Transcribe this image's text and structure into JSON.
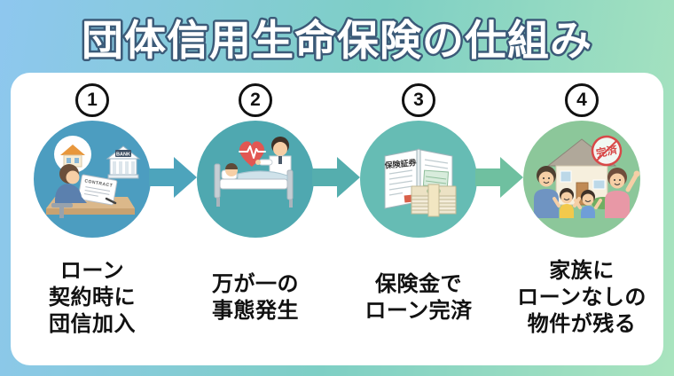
{
  "title": "団体信用生命保険の仕組み",
  "colors": {
    "bg_left": "#8ec7ef",
    "bg_mid": "#7ecfc5",
    "bg_right": "#a9e4be",
    "card": "#ffffff",
    "title_fill": "#ffffff",
    "title_outline": "#3b5a78",
    "label_text": "#111111",
    "stamp_red": "#d84848"
  },
  "steps": [
    {
      "number": "1",
      "color": "#4c9dc0",
      "icon": "loan-contract-signing-illustration",
      "lines": [
        "ローン",
        "契約時に",
        "団信加入"
      ]
    },
    {
      "number": "2",
      "color": "#4fa8b0",
      "icon": "hospital-emergency-illustration",
      "lines": [
        "万が一の",
        "事態発生"
      ]
    },
    {
      "number": "3",
      "color": "#66bcb4",
      "icon": "insurance-payout-illustration",
      "lines": [
        "保険金で",
        "ローン完済"
      ]
    },
    {
      "number": "4",
      "color": "#8cc79a",
      "icon": "family-house-paid-off-illustration",
      "lines": [
        "家族に",
        "ローンなしの",
        "物件が残る"
      ]
    }
  ],
  "arrows": [
    {
      "color": "#4da4bc"
    },
    {
      "color": "#55aeae"
    },
    {
      "color": "#6fc0a0"
    }
  ],
  "illustrations": {
    "bank_sign": "BANK",
    "contract_title": "CONTRACT",
    "policy_title": "保険証券",
    "paid_stamp": "完済"
  }
}
